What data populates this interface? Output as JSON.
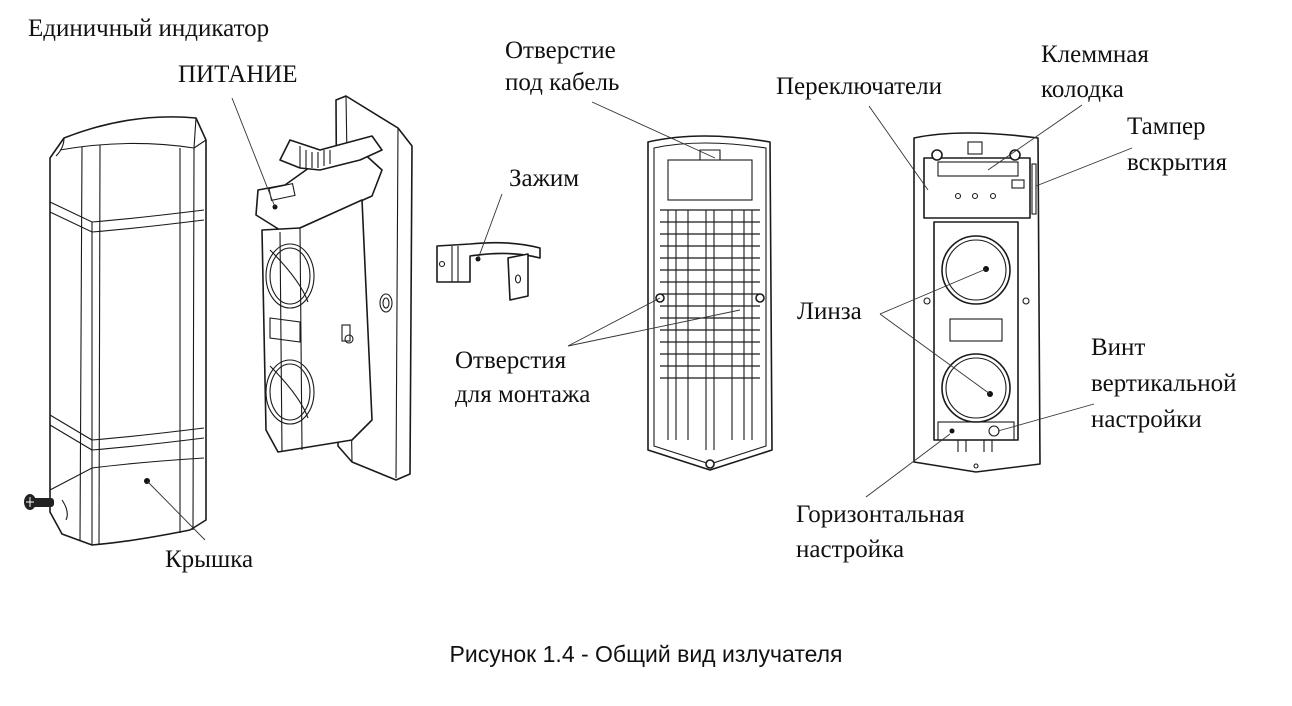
{
  "figure": {
    "caption": "Рисунок 1.4 - Общий вид излучателя",
    "labels": {
      "indicator_line1": "Единичный индикатор",
      "indicator_line2": "ПИТАНИЕ",
      "cover": "Крышка",
      "clip": "Зажим",
      "cable_hole_line1": "Отверстие",
      "cable_hole_line2": "под кабель",
      "mount_holes_line1": "Отверстия",
      "mount_holes_line2": "для монтажа",
      "switches": "Переключатели",
      "terminal_line1": "Клеммная",
      "terminal_line2": "колодка",
      "tamper_line1": "Тампер",
      "tamper_line2": "вскрытия",
      "lens": "Линза",
      "vscrew_line1": "Винт",
      "vscrew_line2": "вертикальной",
      "vscrew_line3": "настройки",
      "hadjust_line1": "Горизонтальная",
      "hadjust_line2": "настройка"
    }
  }
}
